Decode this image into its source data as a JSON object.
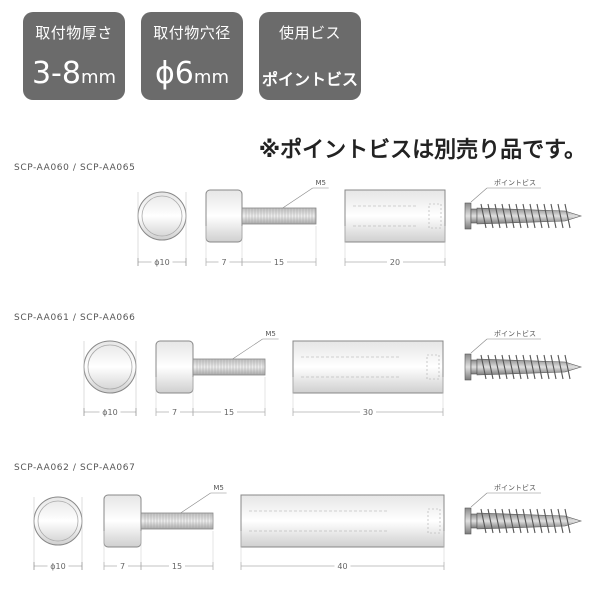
{
  "badges": [
    {
      "title": "取付物厚さ",
      "value": "3-8",
      "unit": "mm"
    },
    {
      "title": "取付物穴径",
      "value": "ϕ6",
      "unit": "mm"
    },
    {
      "title": "使用ビス",
      "value": "ポイントビス",
      "unit": ""
    }
  ],
  "note": "※ポイントビスは別売り品です。",
  "rows": [
    {
      "model": "SCP-AA060 / SCP-AA065",
      "dia": "ϕ10",
      "head": "7",
      "thread": "15",
      "thread_label": "M5",
      "length": "20",
      "screw_label": "ポイントビス"
    },
    {
      "model": "SCP-AA061 / SCP-AA066",
      "dia": "ϕ10",
      "head": "7",
      "thread": "15",
      "thread_label": "M5",
      "length": "30",
      "screw_label": "ポイントビス"
    },
    {
      "model": "SCP-AA062 / SCP-AA067",
      "dia": "ϕ10",
      "head": "7",
      "thread": "15",
      "thread_label": "M5",
      "length": "40",
      "screw_label": "ポイントビス"
    }
  ]
}
